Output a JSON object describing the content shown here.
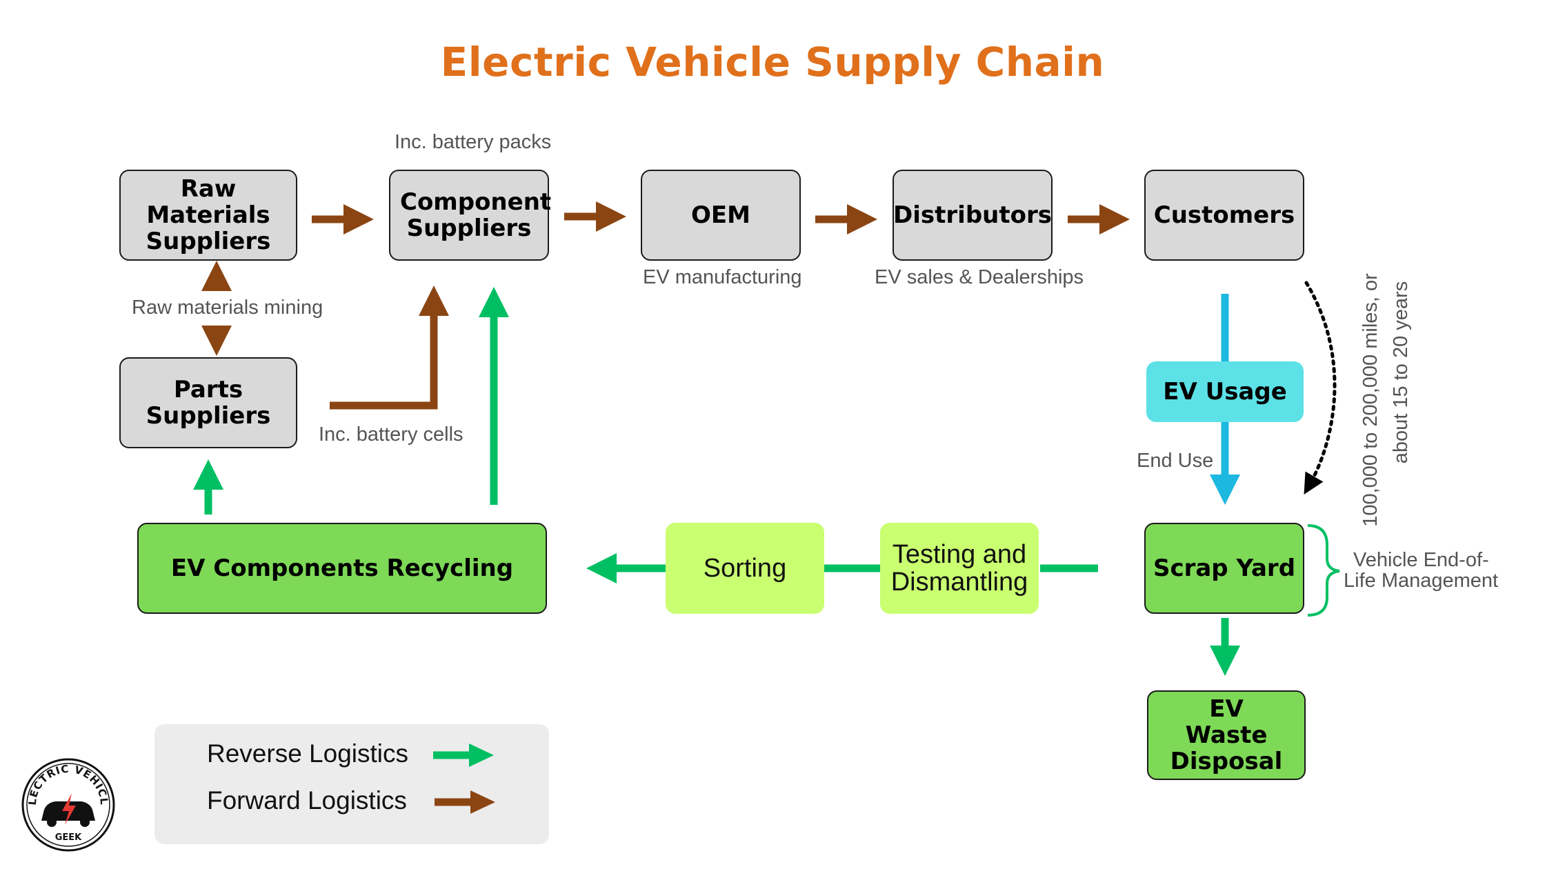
{
  "title": "Electric Vehicle Supply Chain",
  "nodes": {
    "raw_materials": "Raw Materials Suppliers",
    "component": "Component Suppliers",
    "oem": "OEM",
    "distributors": "Distributors",
    "customers": "Customers",
    "parts": "Parts Suppliers",
    "ev_usage": "EV Usage",
    "scrap_yard": "Scrap Yard",
    "waste": "EV Waste Disposal",
    "recycling": "EV Components Recycling",
    "sorting": "Sorting",
    "testing": "Testing and Dismantling"
  },
  "labels": {
    "battery_packs": "Inc. battery packs",
    "ev_manufacturing": "EV manufacturing",
    "ev_sales": "EV sales & Dealerships",
    "mining": "Raw materials mining",
    "battery_cells": "Inc. battery cells",
    "end_use": "End Use",
    "lifetime_1": "100,000 to 200,000 miles, or",
    "lifetime_2": "about 15 to 20 years",
    "eol_1": "Vehicle End-of-",
    "eol_2": "Life Management"
  },
  "legend": {
    "reverse": "Reverse Logistics",
    "forward": "Forward Logistics"
  },
  "logo": {
    "top": "ELECTRIC VEHICLE",
    "bottom": "GEEK"
  },
  "colors": {
    "forward": "#8b4513",
    "reverse": "#00bf63",
    "usage": "#1cb8e0",
    "title": "#e0701b"
  }
}
